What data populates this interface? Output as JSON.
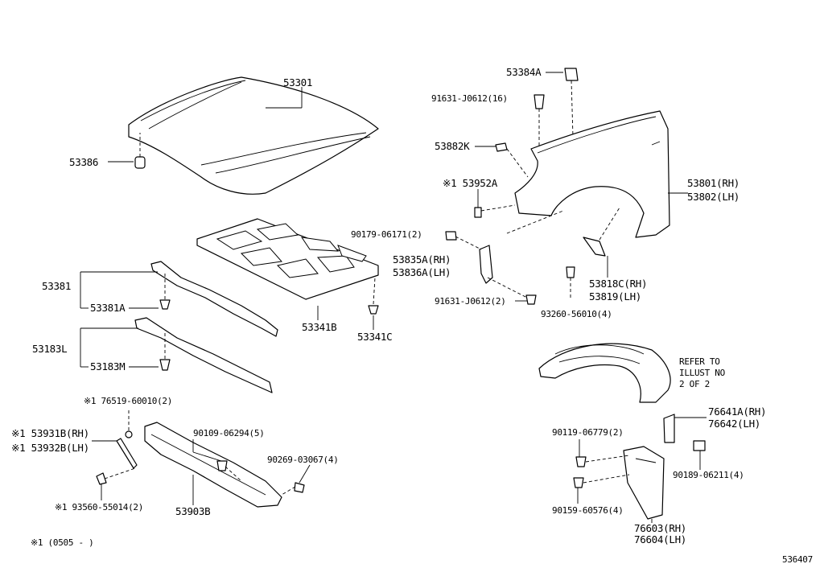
{
  "labels": {
    "p53301": "53301",
    "p53386": "53386",
    "p53381": "53381",
    "p53381A": "53381A",
    "p53341B": "53341B",
    "p53341C": "53341C",
    "p53183L": "53183L",
    "p53183M": "53183M",
    "p76519": "※1 76519-60010(2)",
    "p53931B": "※1 53931B(RH)",
    "p53932B": "※1 53932B(LH)",
    "p93560": "※1 93560-55014(2)",
    "p90109": "90109-06294(5)",
    "p90269": "90269-03067(4)",
    "p53903B": "53903B",
    "p53384A": "53384A",
    "p91631a": "91631-J0612(16)",
    "p53882K": "53882K",
    "p53952A": "※1 53952A",
    "p53801": "53801(RH)",
    "p53802": "53802(LH)",
    "p90179": "90179-06171(2)",
    "p53835A": "53835A(RH)",
    "p53836A": "53836A(LH)",
    "p91631b": "91631-J0612(2)",
    "p93260": "93260-56010(4)",
    "p53818C": "53818C(RH)",
    "p53819": "53819(LH)",
    "refer1": "REFER TO",
    "refer2": "ILLUST NO",
    "refer3": "2 OF 2",
    "p76641A": "76641A(RH)",
    "p76642": "76642(LH)",
    "p90119": "90119-06779(2)",
    "p90189": "90189-06211(4)",
    "p90159": "90159-60576(4)",
    "p76603": "76603(RH)",
    "p76604": "76604(LH)",
    "footnote": "※1 (0505 -    )",
    "illust_no": "536407"
  }
}
